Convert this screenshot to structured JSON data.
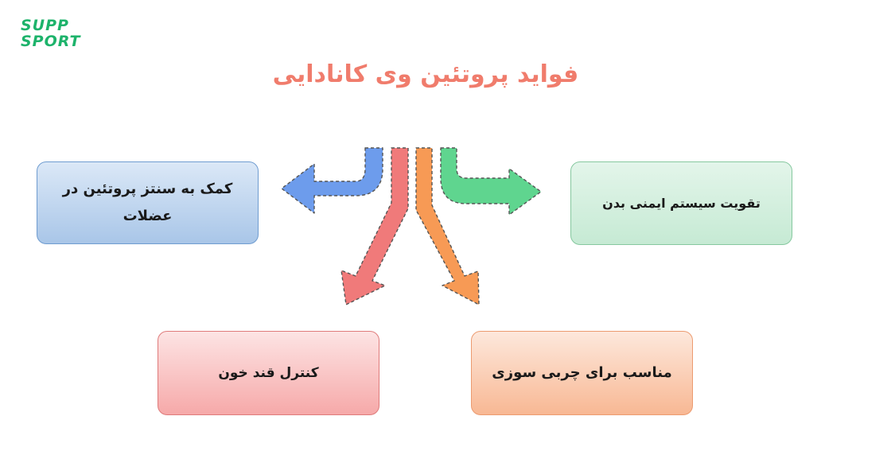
{
  "logo": {
    "line1": "SUPP",
    "line2": "SPORT"
  },
  "title": "فواید پروتئین وی کانادایی",
  "boxes": {
    "muscle": "کمک به سنتز پروتئین در عضلات",
    "immune": "تقویت سیستم ایمنی بدن",
    "sugar": "کنترل قند خون",
    "fat": "مناسب برای چربی سوزی"
  },
  "colors": {
    "title": "#f07c6c",
    "logo": "#1db36b",
    "arrow_blue": "#6d9cec",
    "arrow_green": "#5fd58f",
    "arrow_red": "#f07a7a",
    "arrow_orange": "#f79a55"
  }
}
